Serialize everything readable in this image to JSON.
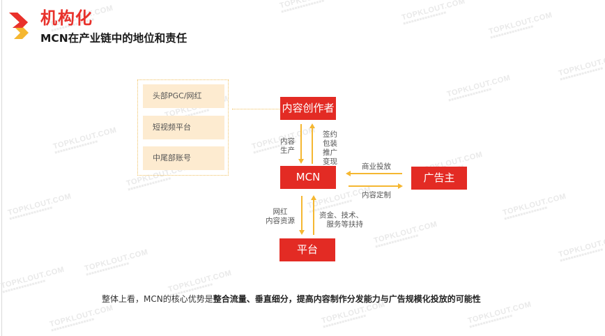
{
  "header": {
    "title": "机构化",
    "subtitle": "MCN在产业链中的地位和责任",
    "logo_colors": {
      "top": "#e8312b",
      "bottom": "#f5b731"
    }
  },
  "diagram": {
    "content_sources": [
      {
        "label": "头部PGC/网红"
      },
      {
        "label": "短视频平台"
      },
      {
        "label": "中尾部账号"
      }
    ],
    "nodes": {
      "creator": "内容创作者",
      "mcn": "MCN",
      "advertiser": "广告主",
      "platform": "平台"
    },
    "edges": {
      "creator_to_mcn": [
        "内容",
        "生产"
      ],
      "mcn_to_creator": [
        "签约",
        "包装",
        "推广",
        "变现"
      ],
      "advertiser_to_mcn": "商业投放",
      "mcn_to_advertiser": "内容定制",
      "mcn_to_platform": [
        "网红",
        "内容资源"
      ],
      "platform_to_mcn": [
        "资金、技术、",
        "服务等扶持"
      ]
    },
    "colors": {
      "node_fill": "#e32b24",
      "source_fill": "#fdebd0",
      "arrow": "#f5b731"
    }
  },
  "summary": {
    "normal": "整体上看，MCN的核心优势是",
    "bold": "整合流量、垂直细分，提高内容制作分发能力与广告规模化投放的可能性"
  },
  "watermark": "TOPKLOUT.COM"
}
